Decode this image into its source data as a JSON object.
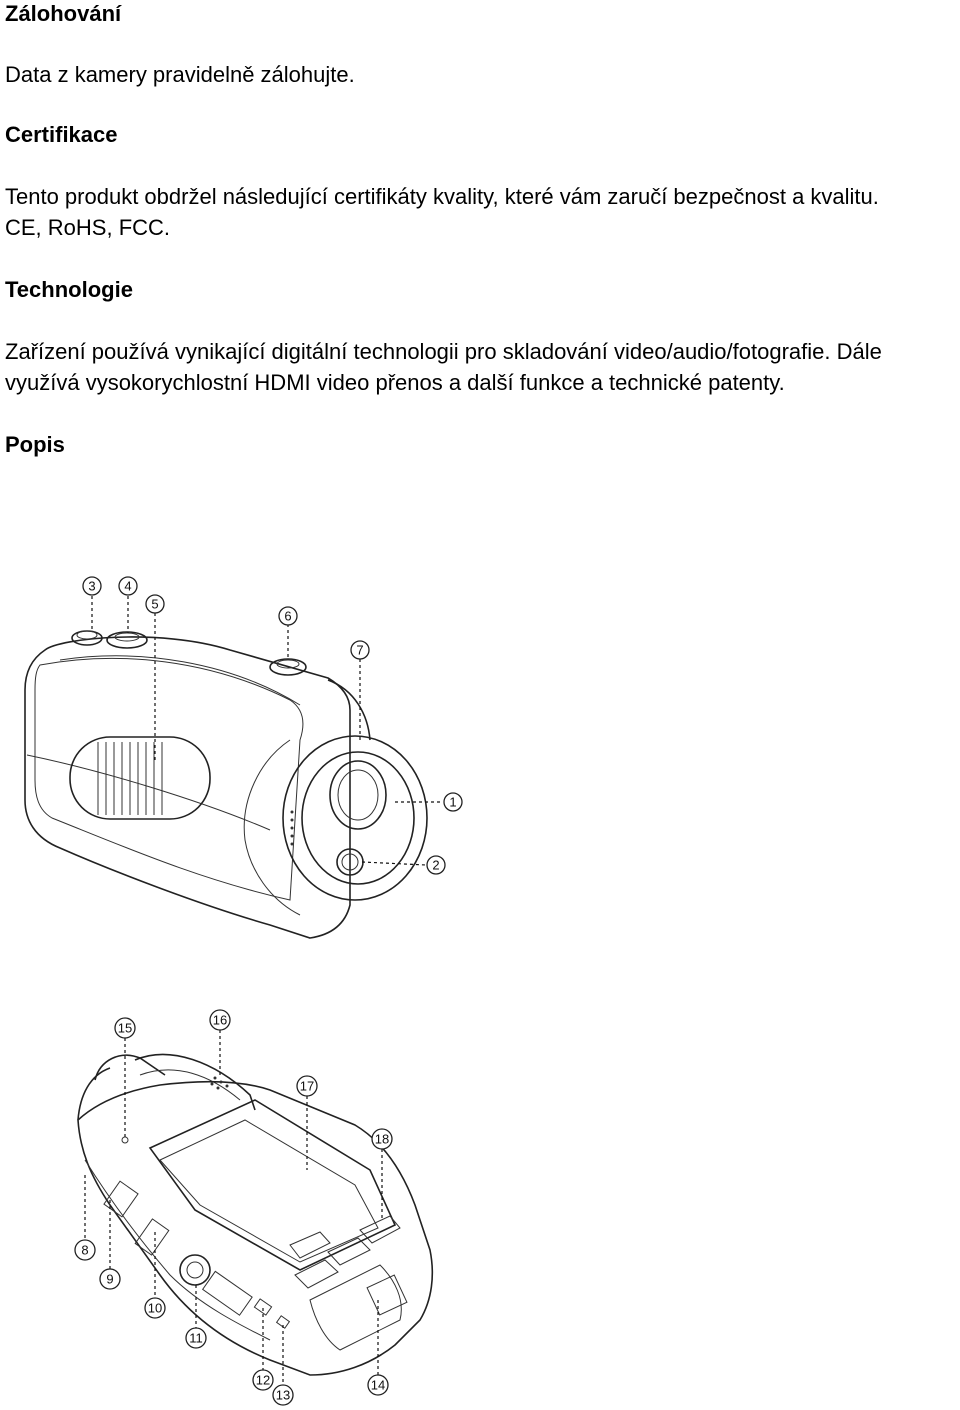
{
  "sections": {
    "backup": {
      "heading": "Zálohování",
      "text": "Data z kamery pravidelně zálohujte."
    },
    "certification": {
      "heading": "Certifikace",
      "text_line1": "Tento produkt obdržel následující certifikáty kvality, které vám zaručí bezpečnost a kvalitu.",
      "text_line2": "CE, RoHS, FCC."
    },
    "technology": {
      "heading": "Technologie",
      "text_line1": "Zařízení používá vynikající digitální technologii pro skladování video/audio/fotografie. Dále",
      "text_line2": "využívá vysokorychlostní HDMI video přenos a další funkce a technické patenty."
    },
    "description": {
      "heading": "Popis"
    }
  },
  "diagram": {
    "top_view_callouts": [
      "3",
      "4",
      "5",
      "6",
      "7",
      "1",
      "2"
    ],
    "bottom_view_callouts": [
      "15",
      "16",
      "17",
      "18",
      "8",
      "9",
      "10",
      "11",
      "12",
      "13",
      "14"
    ]
  }
}
